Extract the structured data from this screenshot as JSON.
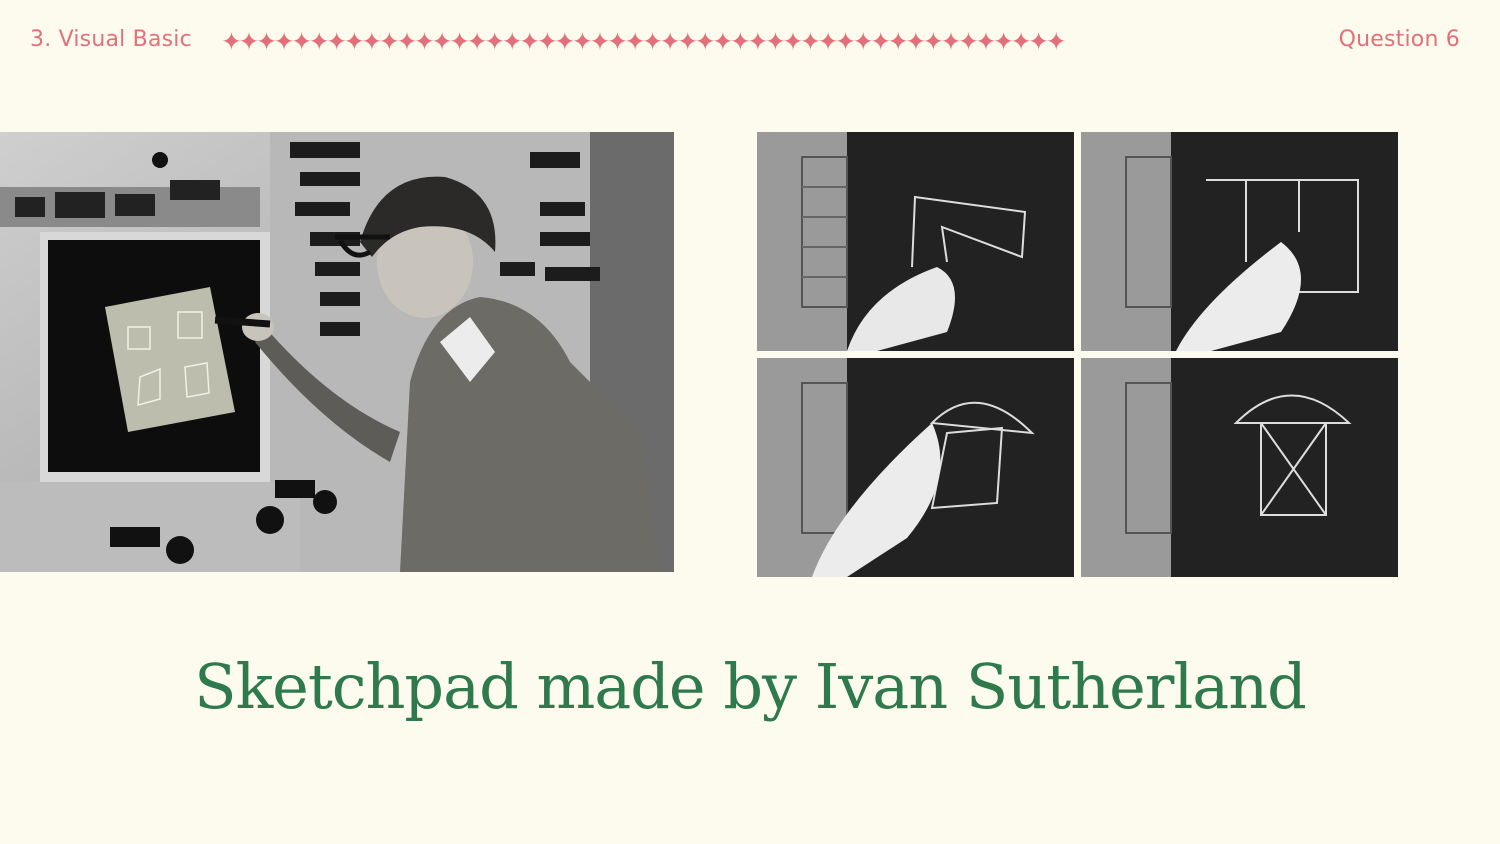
{
  "header": {
    "section": "3. Visual Basic",
    "question": "Question 6",
    "star_count": 48
  },
  "images": {
    "left_photo": {
      "alt": "Sketchpad"
    },
    "frames": [
      {
        "name": "frame-drawing-polyline"
      },
      {
        "name": "frame-drawing-rectangle"
      },
      {
        "name": "frame-drawing-arc"
      },
      {
        "name": "frame-completed-drawing"
      }
    ]
  },
  "caption": "Sketchpad made by Ivan Sutherland",
  "colors": {
    "background": "#fdfaee",
    "accent": "#e2707a",
    "caption": "#2e7a4c"
  }
}
